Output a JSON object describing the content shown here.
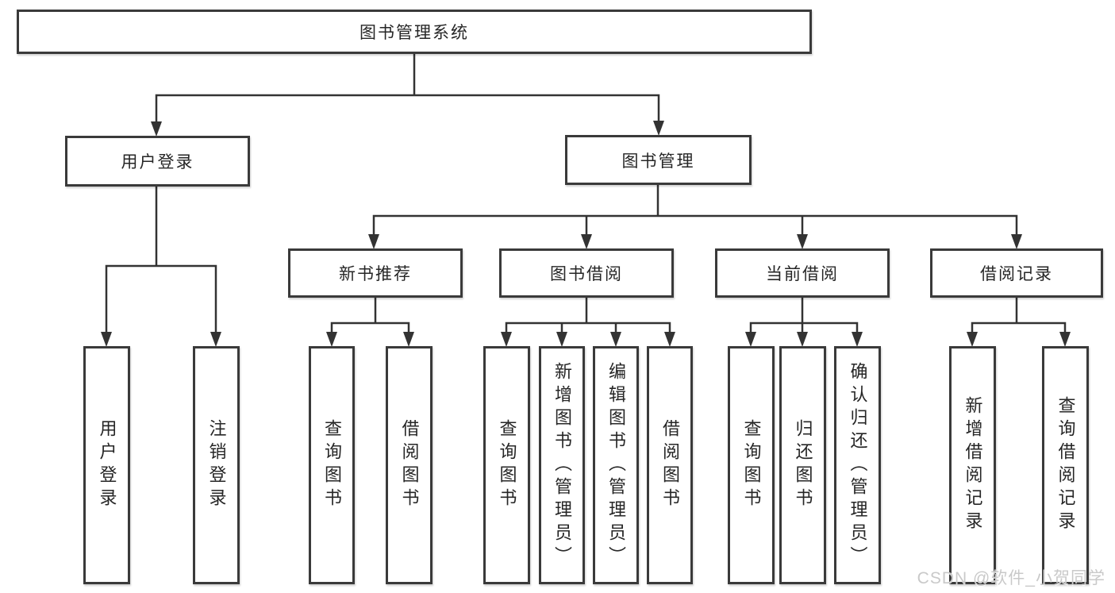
{
  "diagram": {
    "root": "图书管理系统",
    "level2": [
      "用户登录",
      "图书管理"
    ],
    "level3": [
      "新书推荐",
      "图书借阅",
      "当前借阅",
      "借阅记录"
    ],
    "leaves": {
      "login": [
        "用户登录",
        "注销登录"
      ],
      "recommend": [
        "查询图书",
        "借阅图书"
      ],
      "borrow": [
        "查询图书",
        "新增图书（管理员）",
        "编辑图书（管理员）",
        "借阅图书"
      ],
      "current": [
        "查询图书",
        "归还图书",
        "确认归还（管理员）"
      ],
      "records": [
        "新增借阅记录",
        "查询借阅记录"
      ]
    }
  },
  "watermark": {
    "text": "CSDN @软件_小贺同学"
  },
  "colors": {
    "line": "#333333",
    "box_border": "#3a3a3a",
    "text": "#262626",
    "watermark": "#c9c9c9",
    "background": "#ffffff"
  }
}
